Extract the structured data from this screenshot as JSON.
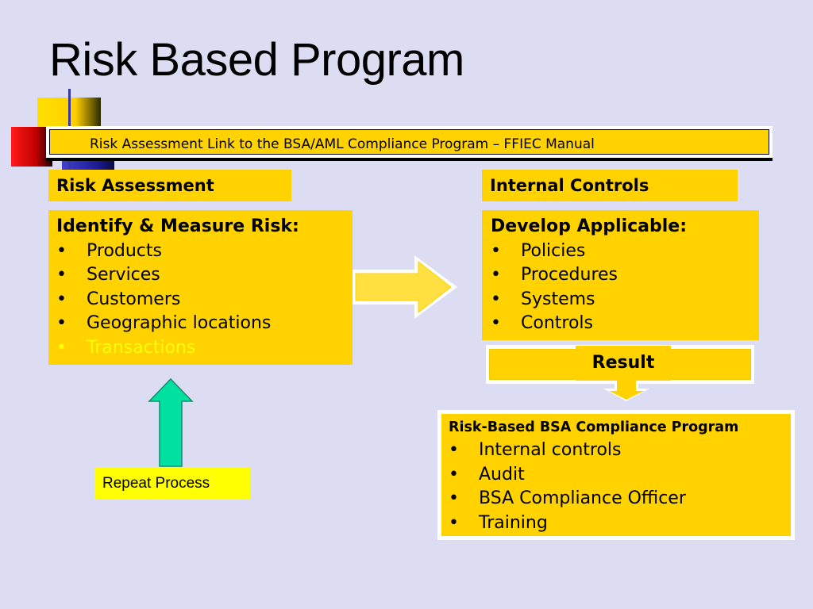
{
  "title": "Risk Based Program",
  "banner": "Risk Assessment Link to the BSA/AML Compliance Program – FFIEC Manual",
  "left_header": "Risk Assessment",
  "right_header": "Internal Controls",
  "left_box": {
    "heading": "Identify & Measure Risk:",
    "items": [
      "Products",
      "Services",
      "Customers",
      "Geographic locations",
      "Transactions"
    ],
    "highlight_color": "#ffff00"
  },
  "right_box": {
    "heading": "Develop Applicable:",
    "items": [
      "Policies",
      "Procedures",
      "Systems",
      "Controls"
    ]
  },
  "result": "Result",
  "program_box": {
    "heading": "Risk-Based BSA Compliance Program",
    "items": [
      "Internal controls",
      "Audit",
      "BSA Compliance Officer",
      "Training"
    ]
  },
  "repeat": "Repeat Process",
  "bullet": "•",
  "colors": {
    "background": "#dcdcf2",
    "box": "#ffd200",
    "arrow_up": "#00e0a0",
    "arrow_right": "#ffe040"
  }
}
